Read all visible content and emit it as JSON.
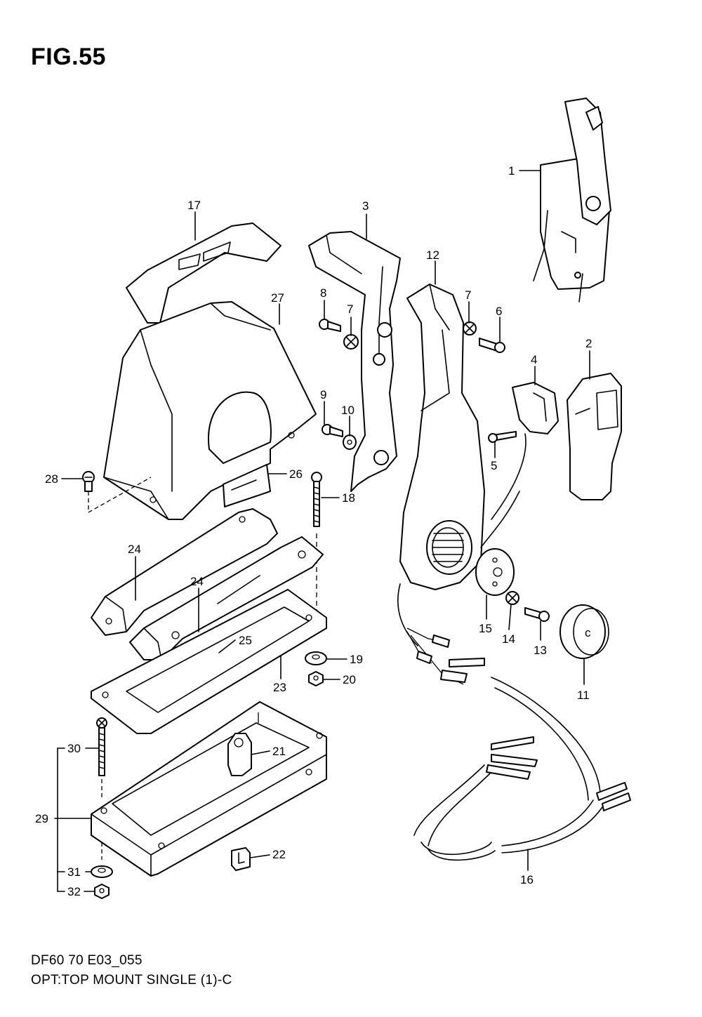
{
  "figure": {
    "title": "FIG.55",
    "footer_line1": "DF60 70 E03_055",
    "footer_line2": "OPT:TOP MOUNT SINGLE (1)-C"
  },
  "callouts": {
    "c1": "1",
    "c2": "2",
    "c3": "3",
    "c4": "4",
    "c5": "5",
    "c6": "6",
    "c7a": "7",
    "c7b": "7",
    "c8": "8",
    "c9": "9",
    "c10": "10",
    "c11": "11",
    "c12": "12",
    "c13": "13",
    "c14": "14",
    "c15": "15",
    "c16": "16",
    "c17": "17",
    "c18": "18",
    "c19": "19",
    "c20": "20",
    "c21": "21",
    "c22": "22",
    "c23": "23",
    "c24a": "24",
    "c24b": "24",
    "c25": "25",
    "c26": "26",
    "c27": "27",
    "c28": "28",
    "c29": "29",
    "c30": "30",
    "c31": "31",
    "c32": "32"
  }
}
